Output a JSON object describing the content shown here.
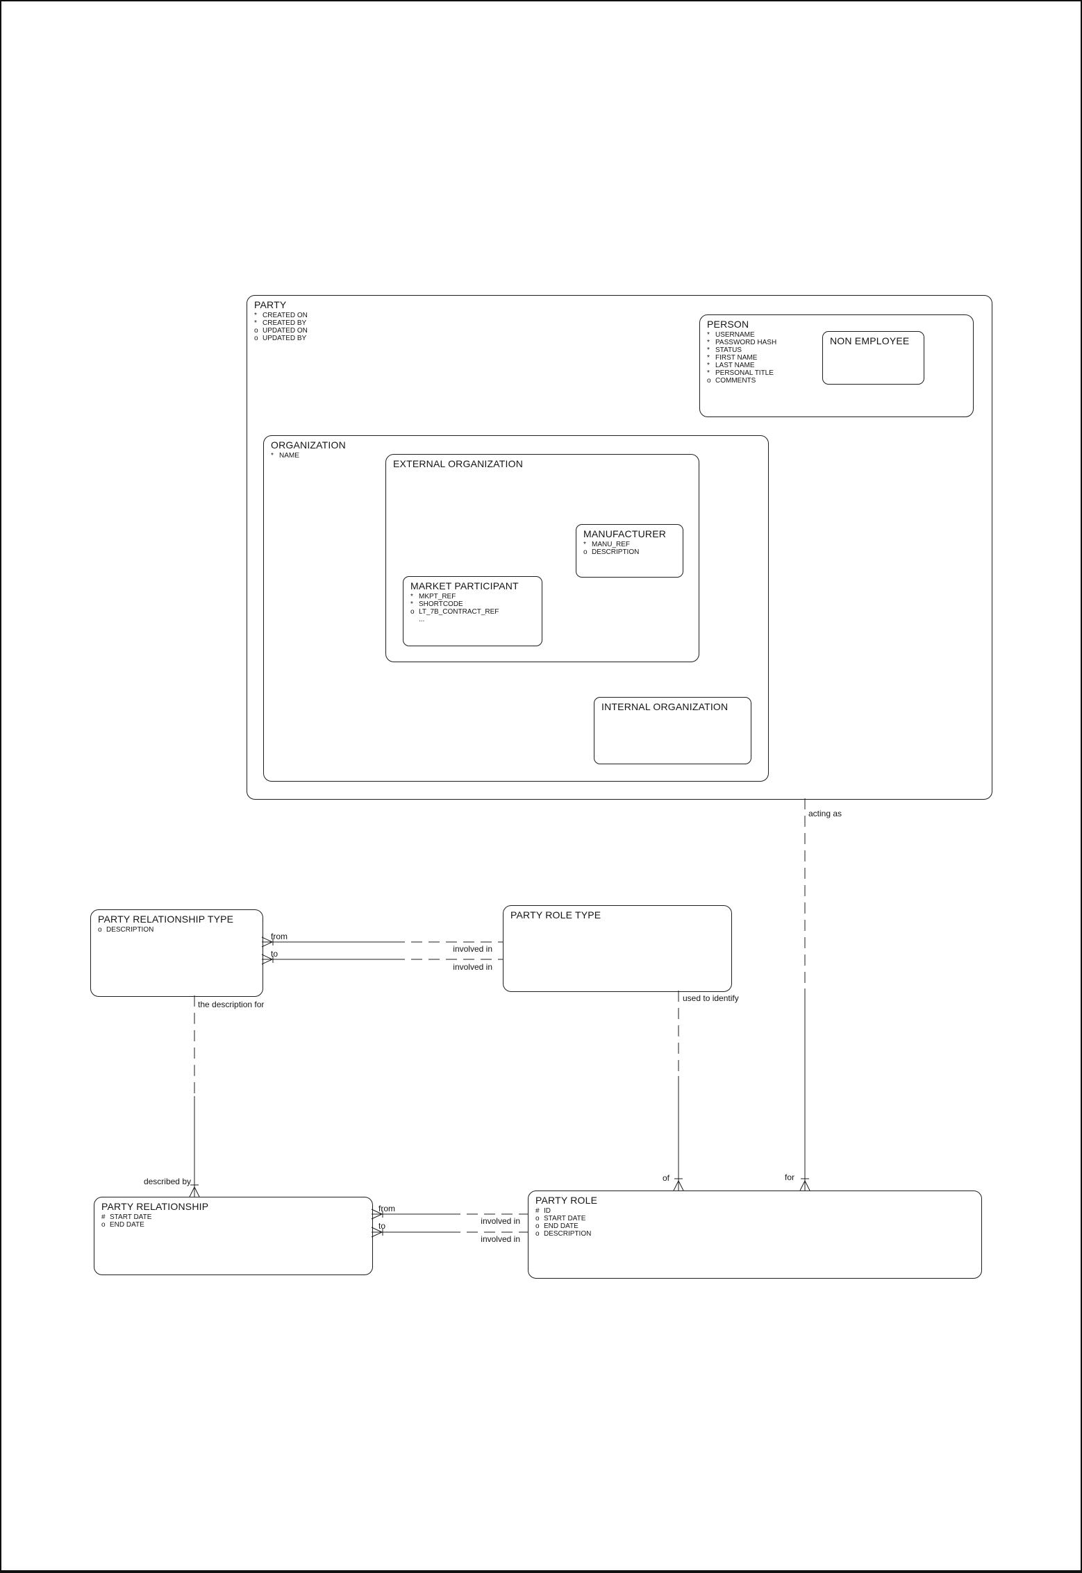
{
  "diagram": {
    "colors": {
      "line": "#1c1c1c",
      "background": "#ffffff"
    },
    "entities": {
      "party": {
        "title": "PARTY",
        "attrs": [
          {
            "p": "*",
            "t": "CREATED ON"
          },
          {
            "p": "*",
            "t": "CREATED BY"
          },
          {
            "p": "o",
            "t": "UPDATED ON"
          },
          {
            "p": "o",
            "t": "UPDATED BY"
          }
        ]
      },
      "person": {
        "title": "PERSON",
        "attrs": [
          {
            "p": "*",
            "t": "USERNAME"
          },
          {
            "p": "*",
            "t": "PASSWORD HASH"
          },
          {
            "p": "*",
            "t": "STATUS"
          },
          {
            "p": "*",
            "t": "FIRST NAME"
          },
          {
            "p": "*",
            "t": "LAST NAME"
          },
          {
            "p": "*",
            "t": "PERSONAL TITLE"
          },
          {
            "p": "o",
            "t": "COMMENTS"
          }
        ]
      },
      "non_employee": {
        "title": "NON EMPLOYEE"
      },
      "organization": {
        "title": "ORGANIZATION",
        "attrs": [
          {
            "p": "*",
            "t": "NAME"
          }
        ]
      },
      "external_organization": {
        "title": "EXTERNAL ORGANIZATION"
      },
      "manufacturer": {
        "title": "MANUFACTURER",
        "attrs": [
          {
            "p": "*",
            "t": "MANU_REF"
          },
          {
            "p": "o",
            "t": "DESCRIPTION"
          }
        ]
      },
      "market_participant": {
        "title": "MARKET PARTICIPANT",
        "attrs": [
          {
            "p": "*",
            "t": "MKPT_REF"
          },
          {
            "p": "*",
            "t": "SHORTCODE"
          },
          {
            "p": "o",
            "t": "LT_7B_CONTRACT_REF"
          },
          {
            "p": "",
            "t": "..."
          }
        ]
      },
      "internal_organization": {
        "title": "INTERNAL ORGANIZATION"
      },
      "party_relationship_type": {
        "title": "PARTY RELATIONSHIP TYPE",
        "attrs": [
          {
            "p": "o",
            "t": "DESCRIPTION"
          }
        ]
      },
      "party_role_type": {
        "title": "PARTY ROLE TYPE"
      },
      "party_relationship": {
        "title": "PARTY RELATIONSHIP",
        "attrs": [
          {
            "p": "#",
            "t": "START DATE"
          },
          {
            "p": "o",
            "t": "END DATE"
          }
        ]
      },
      "party_role": {
        "title": "PARTY ROLE",
        "attrs": [
          {
            "p": "#",
            "t": "ID"
          },
          {
            "p": "o",
            "t": "START DATE"
          },
          {
            "p": "o",
            "t": "END DATE"
          },
          {
            "p": "o",
            "t": "DESCRIPTION"
          }
        ]
      }
    },
    "relationship_labels": {
      "acting_as": "acting as",
      "from_top": "from",
      "to_top": "to",
      "involved_in_top_1": "involved in",
      "involved_in_top_2": "involved in",
      "the_description_for": "the description for",
      "used_to_identify": "used to identify",
      "described_by": "described by",
      "from_bottom": "from",
      "to_bottom": "to",
      "involved_in_bottom_1": "involved in",
      "involved_in_bottom_2": "involved in",
      "of": "of",
      "for": "for"
    }
  }
}
